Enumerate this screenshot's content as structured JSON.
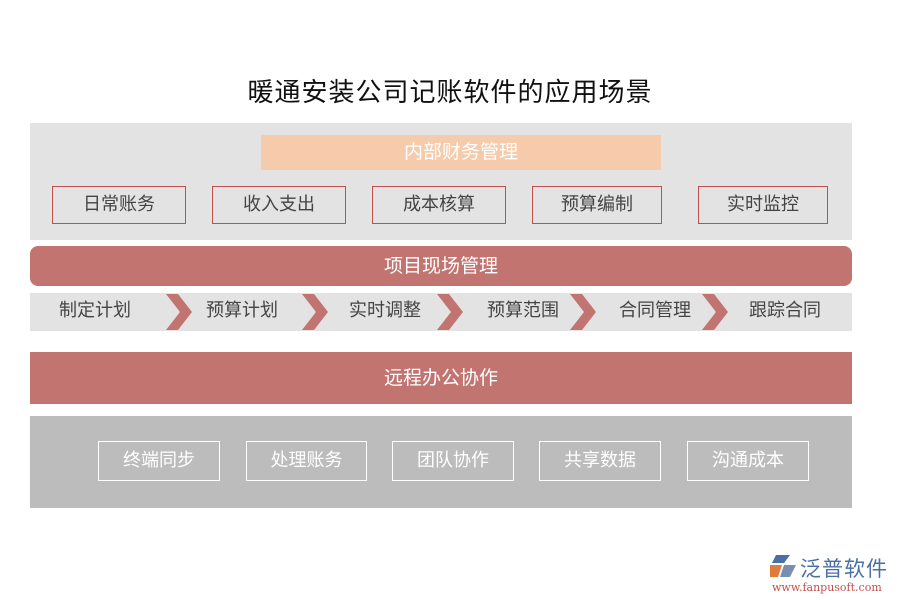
{
  "title": "暖通安装公司记账软件的应用场景",
  "sections": {
    "internal_finance": {
      "header": "内部财务管理",
      "items": [
        "日常账务",
        "收入支出",
        "成本核算",
        "预算编制",
        "实时监控"
      ]
    },
    "project_site": {
      "header": "项目现场管理",
      "steps": [
        "制定计划",
        "预算计划",
        "实时调整",
        "预算范围",
        "合同管理",
        "跟踪合同"
      ]
    },
    "remote_office": {
      "header": "远程办公协作",
      "items": [
        "终端同步",
        "处理账务",
        "团队协作",
        "共享数据",
        "沟通成本"
      ]
    }
  },
  "colors": {
    "accent_red": "#c27471",
    "peach": "#f6cbab",
    "border_red": "#c0504d",
    "light_gray": "#e3e3e3",
    "mid_gray": "#bcbcbc"
  },
  "logo": {
    "name": "泛普软件",
    "url": "www.fanpusoft.com"
  }
}
